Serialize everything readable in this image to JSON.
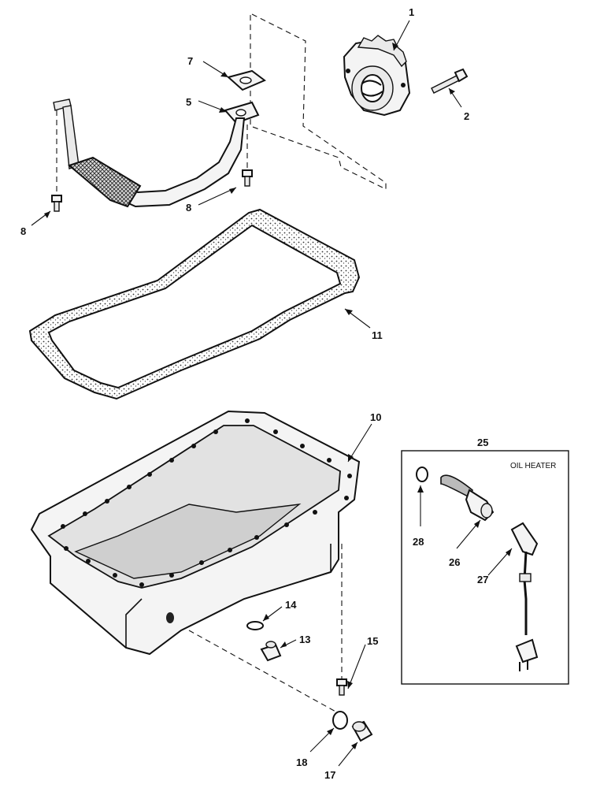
{
  "callouts": {
    "c1": "1",
    "c2": "2",
    "c5": "5",
    "c7": "7",
    "c8a": "8",
    "c8b": "8",
    "c10": "10",
    "c11": "11",
    "c13": "13",
    "c14": "14",
    "c15": "15",
    "c17": "17",
    "c18": "18",
    "c25": "25",
    "c26": "26",
    "c27": "27",
    "c28": "28"
  },
  "inset": {
    "title": "OIL HEATER"
  }
}
